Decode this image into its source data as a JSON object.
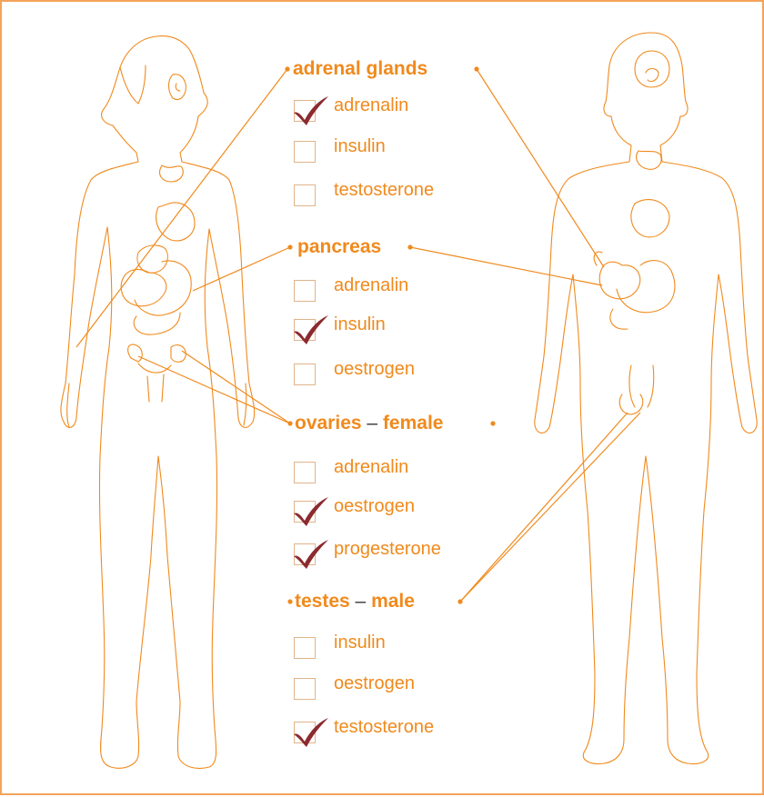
{
  "theme": {
    "accent": "#f08a1d",
    "outline": "#f2a35a",
    "tick": "#8b2a2f",
    "dash": "#3b3b3b"
  },
  "groups": [
    {
      "name": "adrenal glands",
      "suffix": "",
      "options": [
        {
          "label": "adrenalin",
          "checked": true
        },
        {
          "label": "insulin",
          "checked": false
        },
        {
          "label": "testosterone",
          "checked": false
        }
      ]
    },
    {
      "name": "pancreas",
      "suffix": "",
      "options": [
        {
          "label": "adrenalin",
          "checked": false
        },
        {
          "label": "insulin",
          "checked": true
        },
        {
          "label": "oestrogen",
          "checked": false
        }
      ]
    },
    {
      "name": "ovaries",
      "suffix": "female",
      "options": [
        {
          "label": "adrenalin",
          "checked": false
        },
        {
          "label": "oestrogen",
          "checked": true
        },
        {
          "label": "progesterone",
          "checked": true
        }
      ]
    },
    {
      "name": "testes",
      "suffix": "male",
      "options": [
        {
          "label": "insulin",
          "checked": false
        },
        {
          "label": "oestrogen",
          "checked": false
        },
        {
          "label": "testosterone",
          "checked": true
        }
      ]
    }
  ],
  "dash": "–"
}
